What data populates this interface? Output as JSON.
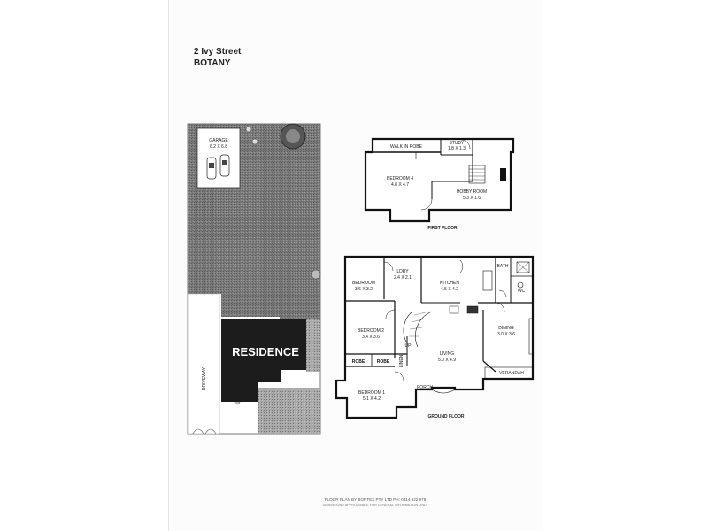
{
  "header": {
    "street": "2 Ivy Street",
    "suburb": "BOTANY"
  },
  "site": {
    "garage": {
      "name": "GARAGE",
      "dims": "6.2 X 6.8"
    },
    "residence": "RESIDENCE",
    "driveway": "DRIVEWAY"
  },
  "first_floor": {
    "caption": "FIRST FLOOR",
    "walk_in_robe": "WALK IN ROBE",
    "study": {
      "name": "STUDY",
      "dims": "1.8 X 1.3"
    },
    "bedroom4": {
      "name": "BEDROOM 4",
      "dims": "4.8 X 4.7"
    },
    "hobby": {
      "name": "HOBBY ROOM",
      "dims": "5.3 X 1.6"
    }
  },
  "ground_floor": {
    "caption": "GROUND FLOOR",
    "bedroom": {
      "name": "BEDROOM",
      "dims": "3.6 X 3.2"
    },
    "lndry": {
      "name": "LDRY",
      "dims": "2.4 X 2.1"
    },
    "kitchen": {
      "name": "KITCHEN",
      "dims": "4.5 X 4.2"
    },
    "bath": "BATH",
    "wc": "WC",
    "bedroom2": {
      "name": "BEDROOM 2",
      "dims": "3.4 X 3.6"
    },
    "dining": {
      "name": "DINING",
      "dims": "3.0 X 3.6"
    },
    "living": {
      "name": "LIVING",
      "dims": "5.0 X 4.9"
    },
    "up": "UP",
    "linen": "LINEN",
    "robe1": "ROBE",
    "robe2": "ROBE",
    "bedroom1": {
      "name": "BEDROOM 1",
      "dims": "5.1 X 4.2"
    },
    "porch": "PORCH",
    "verandah": "VERANDAH"
  },
  "footer": {
    "credit": "FLOOR PLAN BY BORTEX PTY LTD PH: 0414 922 979",
    "disclaimer": "DIMENSIONS APPROXIMATE FOR GENERAL INFORMATION ONLY"
  }
}
